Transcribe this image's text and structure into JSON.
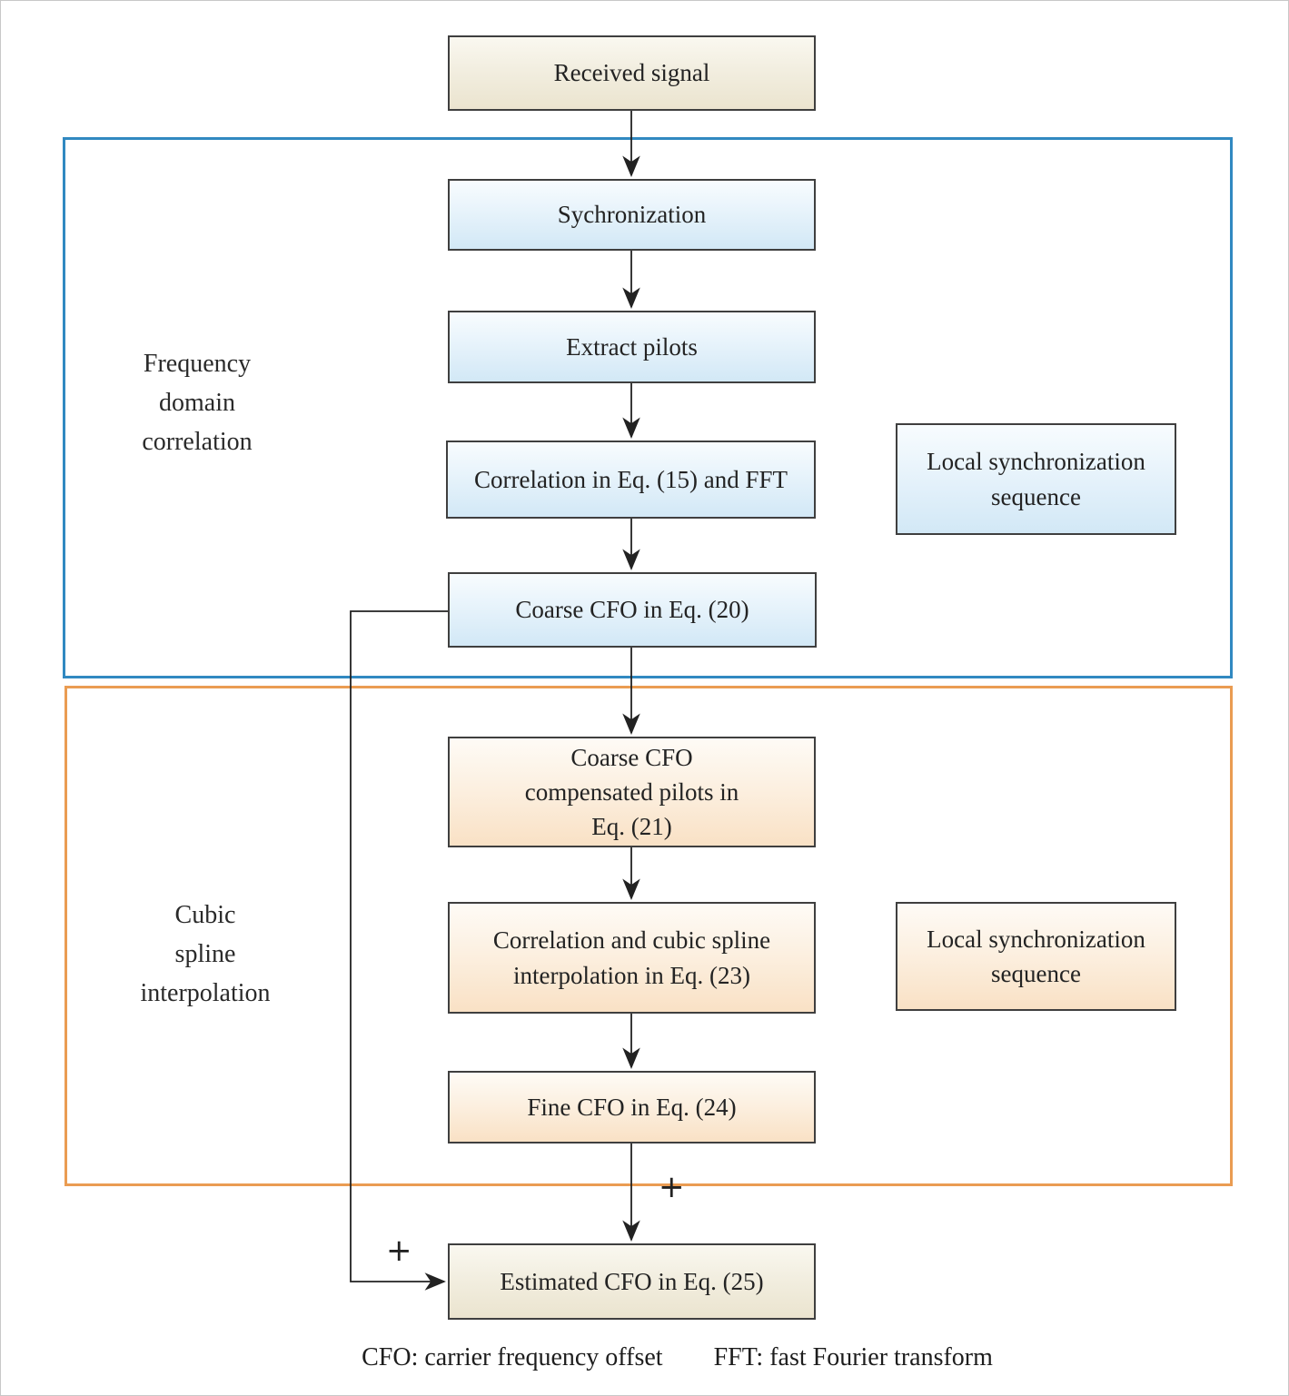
{
  "figure": {
    "title_semantic": "CFO estimation flowchart",
    "nodes": {
      "received": {
        "label": "Received signal"
      },
      "sync": {
        "label": "Sychronization"
      },
      "extract": {
        "label": "Extract pilots"
      },
      "corr15": {
        "label": "Correlation in Eq. (15) and FFT"
      },
      "coarse20": {
        "label": "Coarse CFO in Eq. (20)"
      },
      "local_sync_blue": {
        "label": "Local synchronization\nsequence"
      },
      "comp21": {
        "label": "Coarse CFO\ncompensated pilots in\nEq. (21)"
      },
      "corr23": {
        "label": "Correlation and cubic spline\ninterpolation in Eq. (23)"
      },
      "local_sync_orange": {
        "label": "Local synchronization\nsequence"
      },
      "fine24": {
        "label": "Fine CFO in Eq. (24)"
      },
      "est25": {
        "label": "Estimated CFO in Eq. (25)"
      }
    },
    "groups": {
      "blue": {
        "label": "Frequency\ndomain\ncorrelation",
        "border_color": "#3189c1"
      },
      "orange": {
        "label": "Cubic\nspline\ninterpolation",
        "border_color": "#ea9c52"
      }
    },
    "operators": {
      "plus_top": "+",
      "plus_left": "+"
    },
    "legend": {
      "cfo": "CFO: carrier frequency offset",
      "fft": "FFT: fast Fourier transform"
    },
    "colors": {
      "cream_box_top": "#faf8f0",
      "cream_box_bottom": "#ebe4cf",
      "blue_box_top": "#f8fcfe",
      "blue_box_bottom": "#d2e8f6",
      "orange_box_top": "#fefbf6",
      "orange_box_bottom": "#f9e1c5",
      "box_border": "#3f3f3f",
      "arrow": "#222222"
    }
  }
}
